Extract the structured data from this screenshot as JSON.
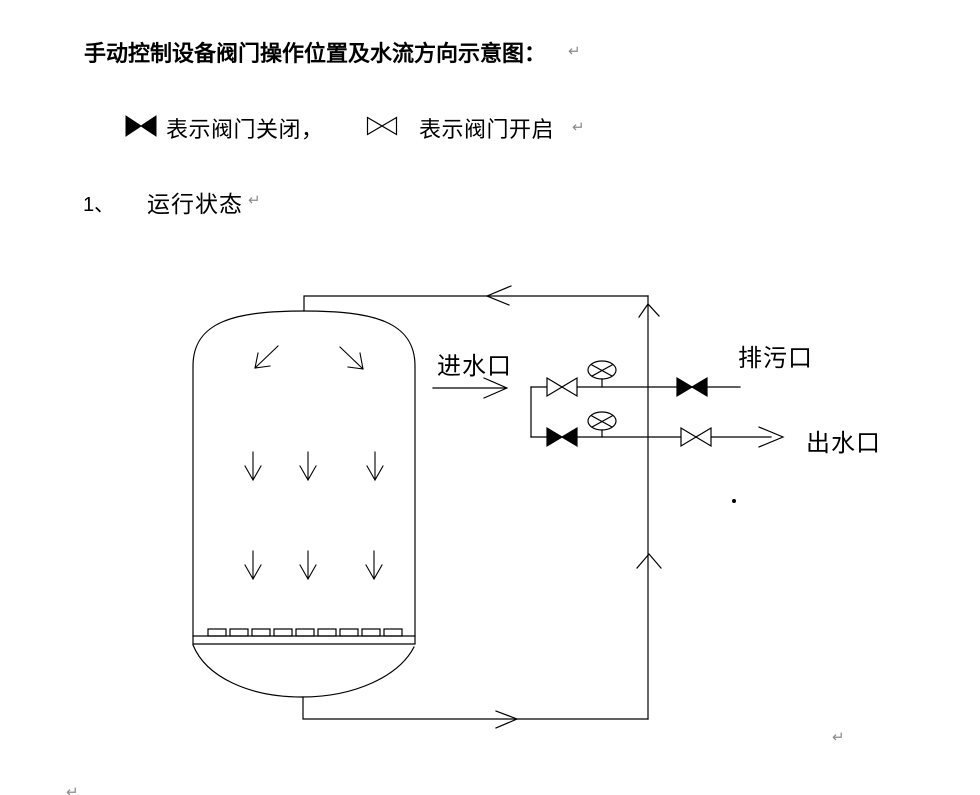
{
  "document": {
    "title": "手动控制设备阀门操作位置及水流方向示意图：",
    "section_number": "1、",
    "section_title": "运行状态",
    "paragraph_mark": "↵"
  },
  "legend": {
    "closed_item": {
      "icon": "closed-valve-bowtie-filled",
      "label": "表示阀门关闭，"
    },
    "open_item": {
      "icon": "open-valve-bowtie-outline",
      "label": "表示阀门开启"
    }
  },
  "diagram": {
    "inlet_label": "进水口",
    "drain_label": "排污口",
    "outlet_label": "出水口",
    "valves": [
      {
        "id": "inlet-top-valve",
        "state": "open"
      },
      {
        "id": "drain-valve",
        "state": "closed"
      },
      {
        "id": "bottom-left-valve",
        "state": "closed"
      },
      {
        "id": "outlet-valve",
        "state": "open"
      }
    ],
    "gauge_count": 2,
    "flow_direction": "inlet -> top of tank -> down through tank -> bottom pipe -> riser -> outlet"
  },
  "colors": {
    "background": "#ffffff",
    "text": "#000000",
    "diagram_line": "#000000",
    "paragraph_mark": "#8c8c8c"
  }
}
